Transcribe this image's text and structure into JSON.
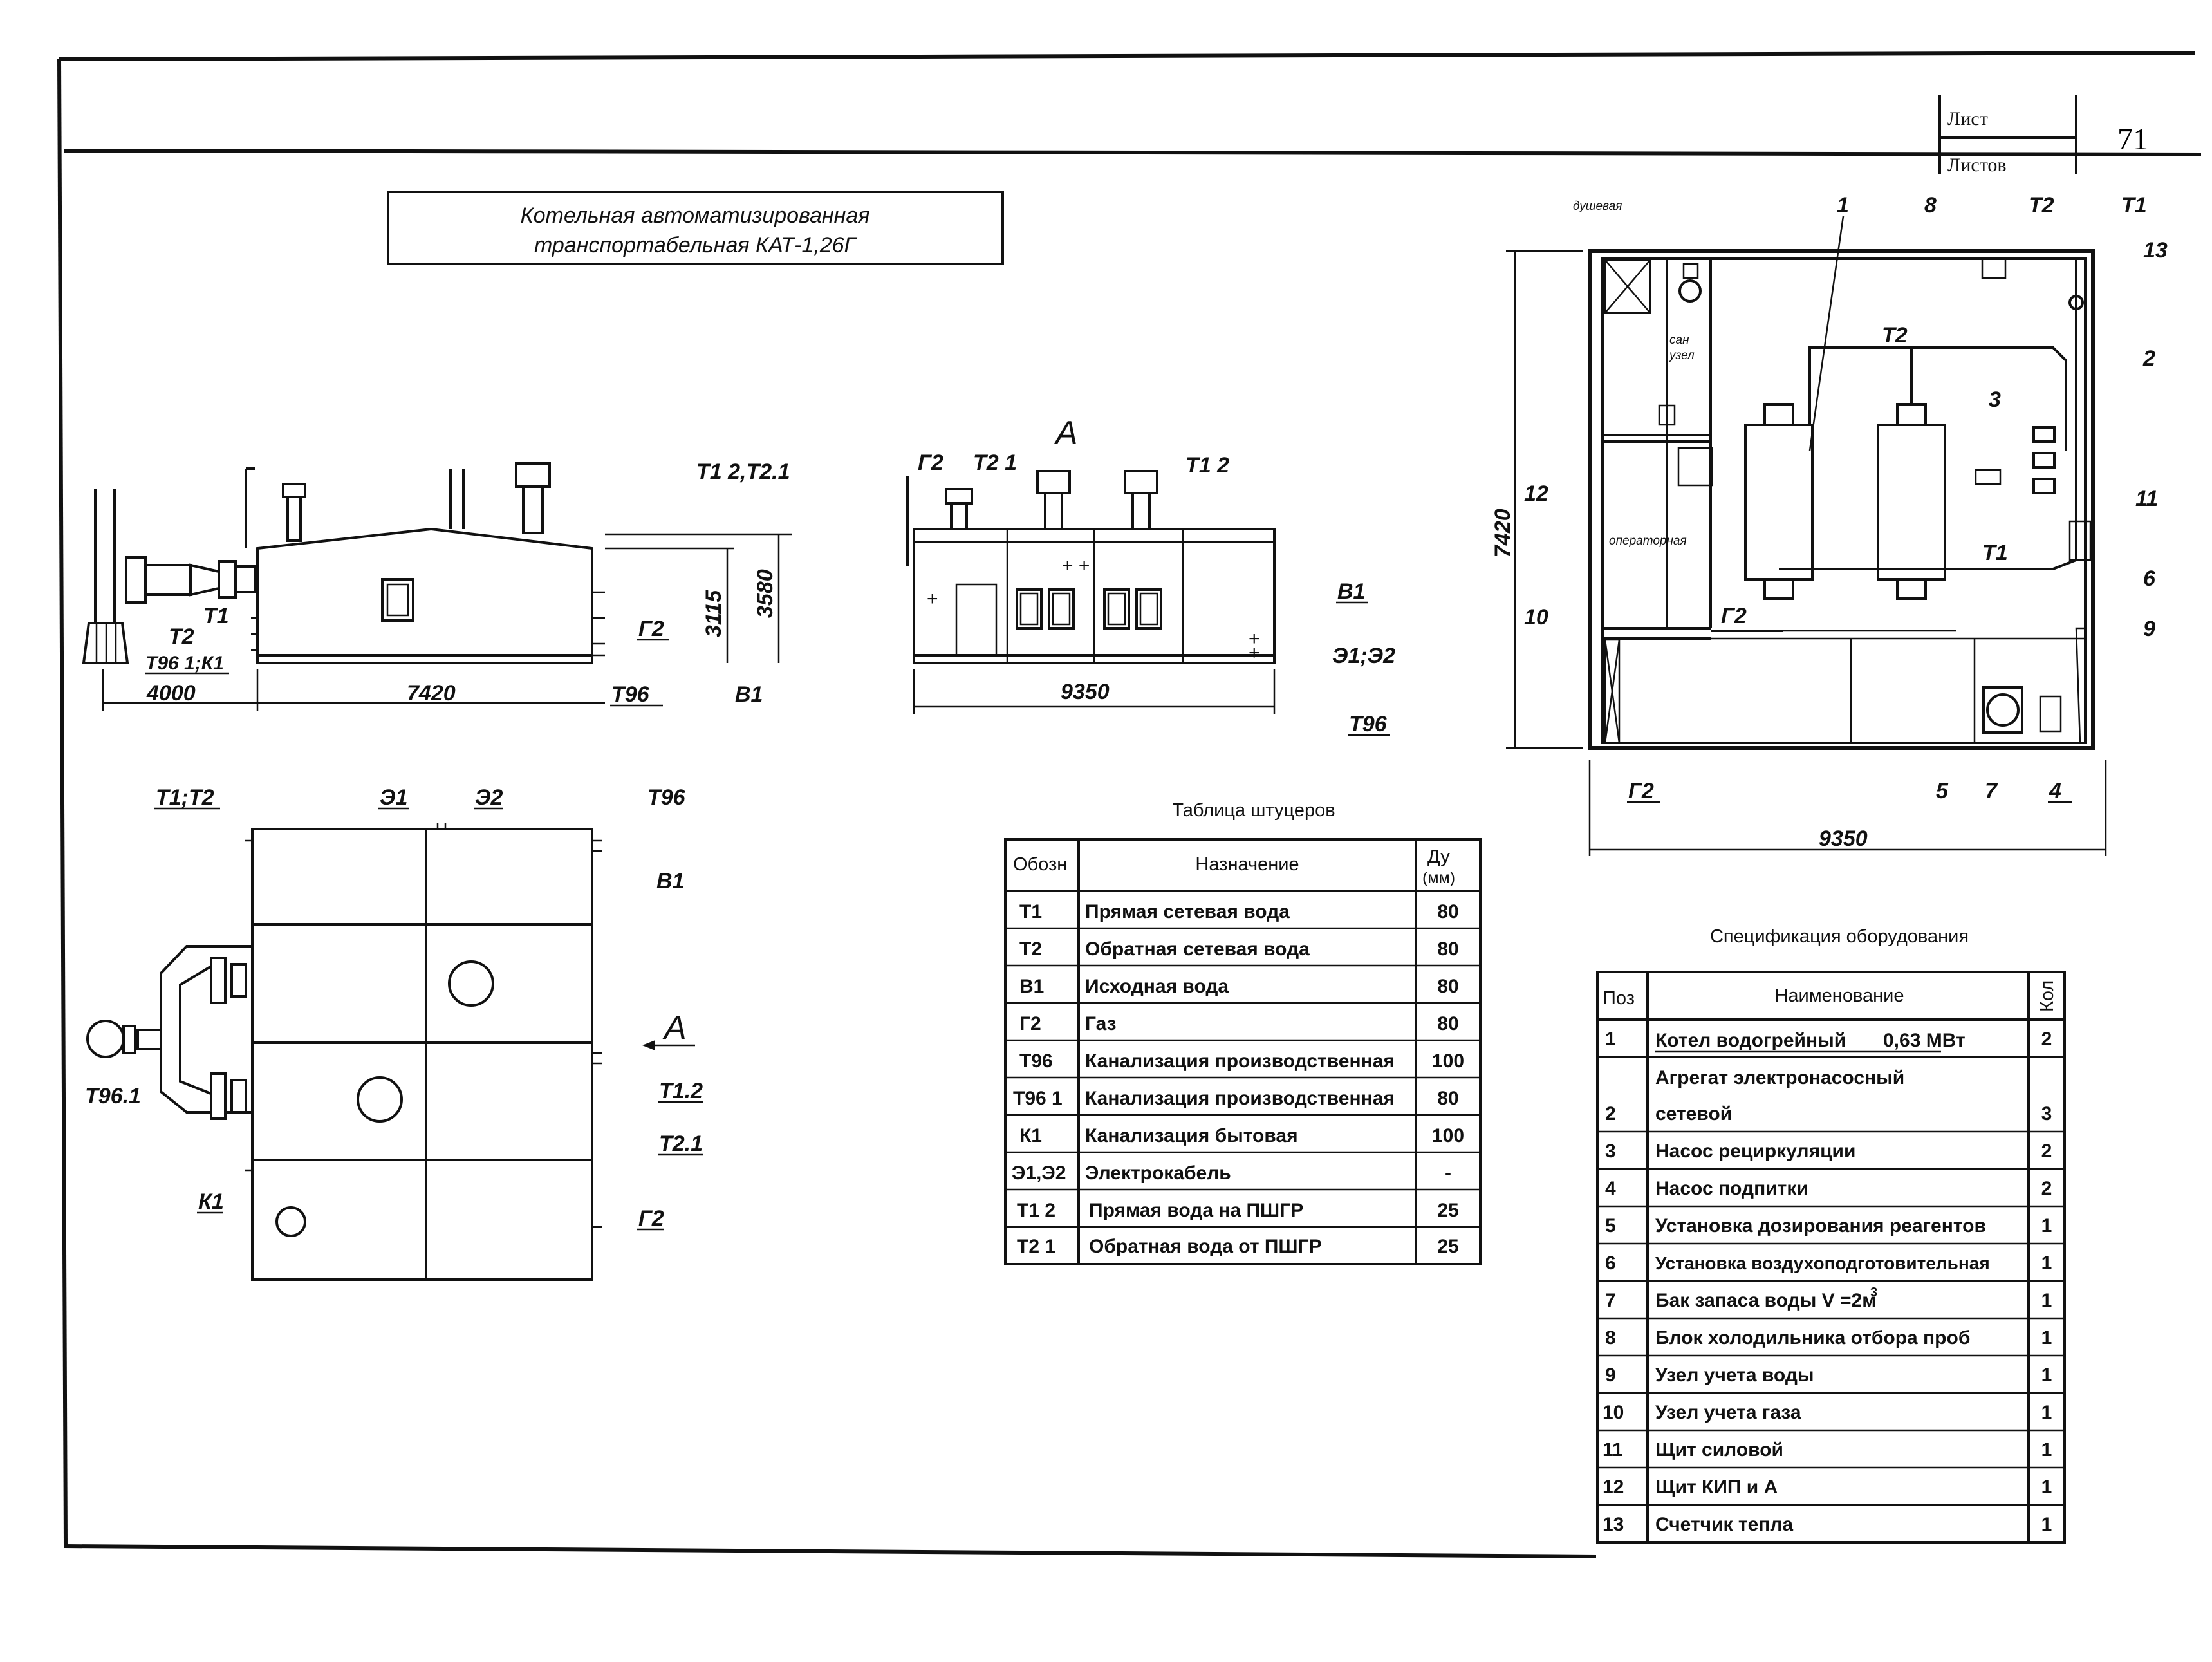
{
  "sheet": {
    "label_sheet": "Лист",
    "label_sheets": "Листов",
    "number": "71"
  },
  "title": {
    "line1": "Котельная автоматизированная",
    "line2": "транспортабельная КАТ-1,26Г"
  },
  "side_view": {
    "labels": {
      "t12_t21": "Т1 2,Т2.1",
      "t1": "Т1",
      "t2": "Т2",
      "t961k1": "Т96 1;К1",
      "g2": "Г2",
      "t96": "Т96",
      "b1": "В1",
      "dim_4000": "4000",
      "dim_7420": "7420",
      "dim_3115": "3115",
      "dim_3580": "3580"
    }
  },
  "front_view": {
    "labels": {
      "a": "А",
      "g2": "Г2",
      "t21": "Т2 1",
      "t12": "Т1 2",
      "b1": "В1",
      "e1e2": "Э1;Э2",
      "t96": "Т96",
      "dim_9350": "9350"
    }
  },
  "plan_view": {
    "labels": {
      "t1t2": "Т1;Т2",
      "e1": "Э1",
      "e2": "Э2",
      "t96": "Т96",
      "b1": "В1",
      "a": "А",
      "t12": "Т1.2",
      "t21": "Т2.1",
      "t961": "Т96.1",
      "k1": "К1",
      "g2": "Г2"
    }
  },
  "layout_plan": {
    "labels": {
      "shower": "душевая",
      "san1": "сан",
      "san2": "узел",
      "operator": "операторная",
      "t2": "Т2",
      "t1": "Т1",
      "g2_inner": "Г2",
      "g2_bottom": "Г2",
      "dim_7420": "7420",
      "dim_9350": "9350"
    },
    "positions": {
      "p1": "1",
      "p8": "8",
      "p_t2": "Т2",
      "p_t1": "Т1",
      "p13": "13",
      "p2": "2",
      "p3": "3",
      "p11": "11",
      "p6": "6",
      "p9": "9",
      "p12": "12",
      "p10": "10",
      "p5": "5",
      "p7": "7",
      "p4": "4"
    }
  },
  "nozzle_table": {
    "caption": "Таблица штуцеров",
    "headers": {
      "code": "Обозн",
      "purpose": "Назначение",
      "du_1": "Ду",
      "du_2": "(мм)"
    },
    "rows": [
      {
        "code": "Т1",
        "purpose": "Прямая сетевая вода",
        "du": "80"
      },
      {
        "code": "Т2",
        "purpose": "Обратная сетевая вода",
        "du": "80"
      },
      {
        "code": "В1",
        "purpose": "Исходная вода",
        "du": "80"
      },
      {
        "code": "Г2",
        "purpose": "Газ",
        "du": "80"
      },
      {
        "code": "Т96",
        "purpose": "Канализация производственная",
        "du": "100"
      },
      {
        "code": "Т96 1",
        "purpose": "Канализация производственная",
        "du": "80"
      },
      {
        "code": "К1",
        "purpose": "Канализация бытовая",
        "du": "100"
      },
      {
        "code": "Э1,Э2",
        "purpose": "Электрокабель",
        "du": "-"
      },
      {
        "code": "Т1 2",
        "purpose": "Прямая вода на ПШГР",
        "du": "25"
      },
      {
        "code": "Т2 1",
        "purpose": "Обратная вода от ПШГР",
        "du": "25"
      }
    ]
  },
  "equipment_table": {
    "caption": "Спецификация оборудования",
    "headers": {
      "pos": "Поз",
      "name": "Наименование",
      "qty": "Кол"
    },
    "rows": [
      {
        "pos": "1",
        "name": "Котел водогрейный",
        "extra": "0,63 МВт",
        "qty": "2"
      },
      {
        "pos": "2",
        "name": "Агрегат электронасосный",
        "name2": "сетевой",
        "qty": "3"
      },
      {
        "pos": "3",
        "name": "Насос рециркуляции",
        "qty": "2"
      },
      {
        "pos": "4",
        "name": "Насос подпитки",
        "qty": "2"
      },
      {
        "pos": "5",
        "name": "Установка дозирования реагентов",
        "qty": "1"
      },
      {
        "pos": "6",
        "name": "Установка воздухоподготовительная",
        "qty": "1"
      },
      {
        "pos": "7",
        "name": "Бак запаса воды V =2м",
        "sup": "3",
        "qty": "1"
      },
      {
        "pos": "8",
        "name": "Блок холодильника отбора проб",
        "qty": "1"
      },
      {
        "pos": "9",
        "name": "Узел учета воды",
        "qty": "1"
      },
      {
        "pos": "10",
        "name": "Узел учета газа",
        "qty": "1"
      },
      {
        "pos": "11",
        "name": "Щит силовой",
        "qty": "1"
      },
      {
        "pos": "12",
        "name": "Щит КИП и А",
        "qty": "1"
      },
      {
        "pos": "13",
        "name": "Счетчик тепла",
        "qty": "1"
      }
    ]
  }
}
